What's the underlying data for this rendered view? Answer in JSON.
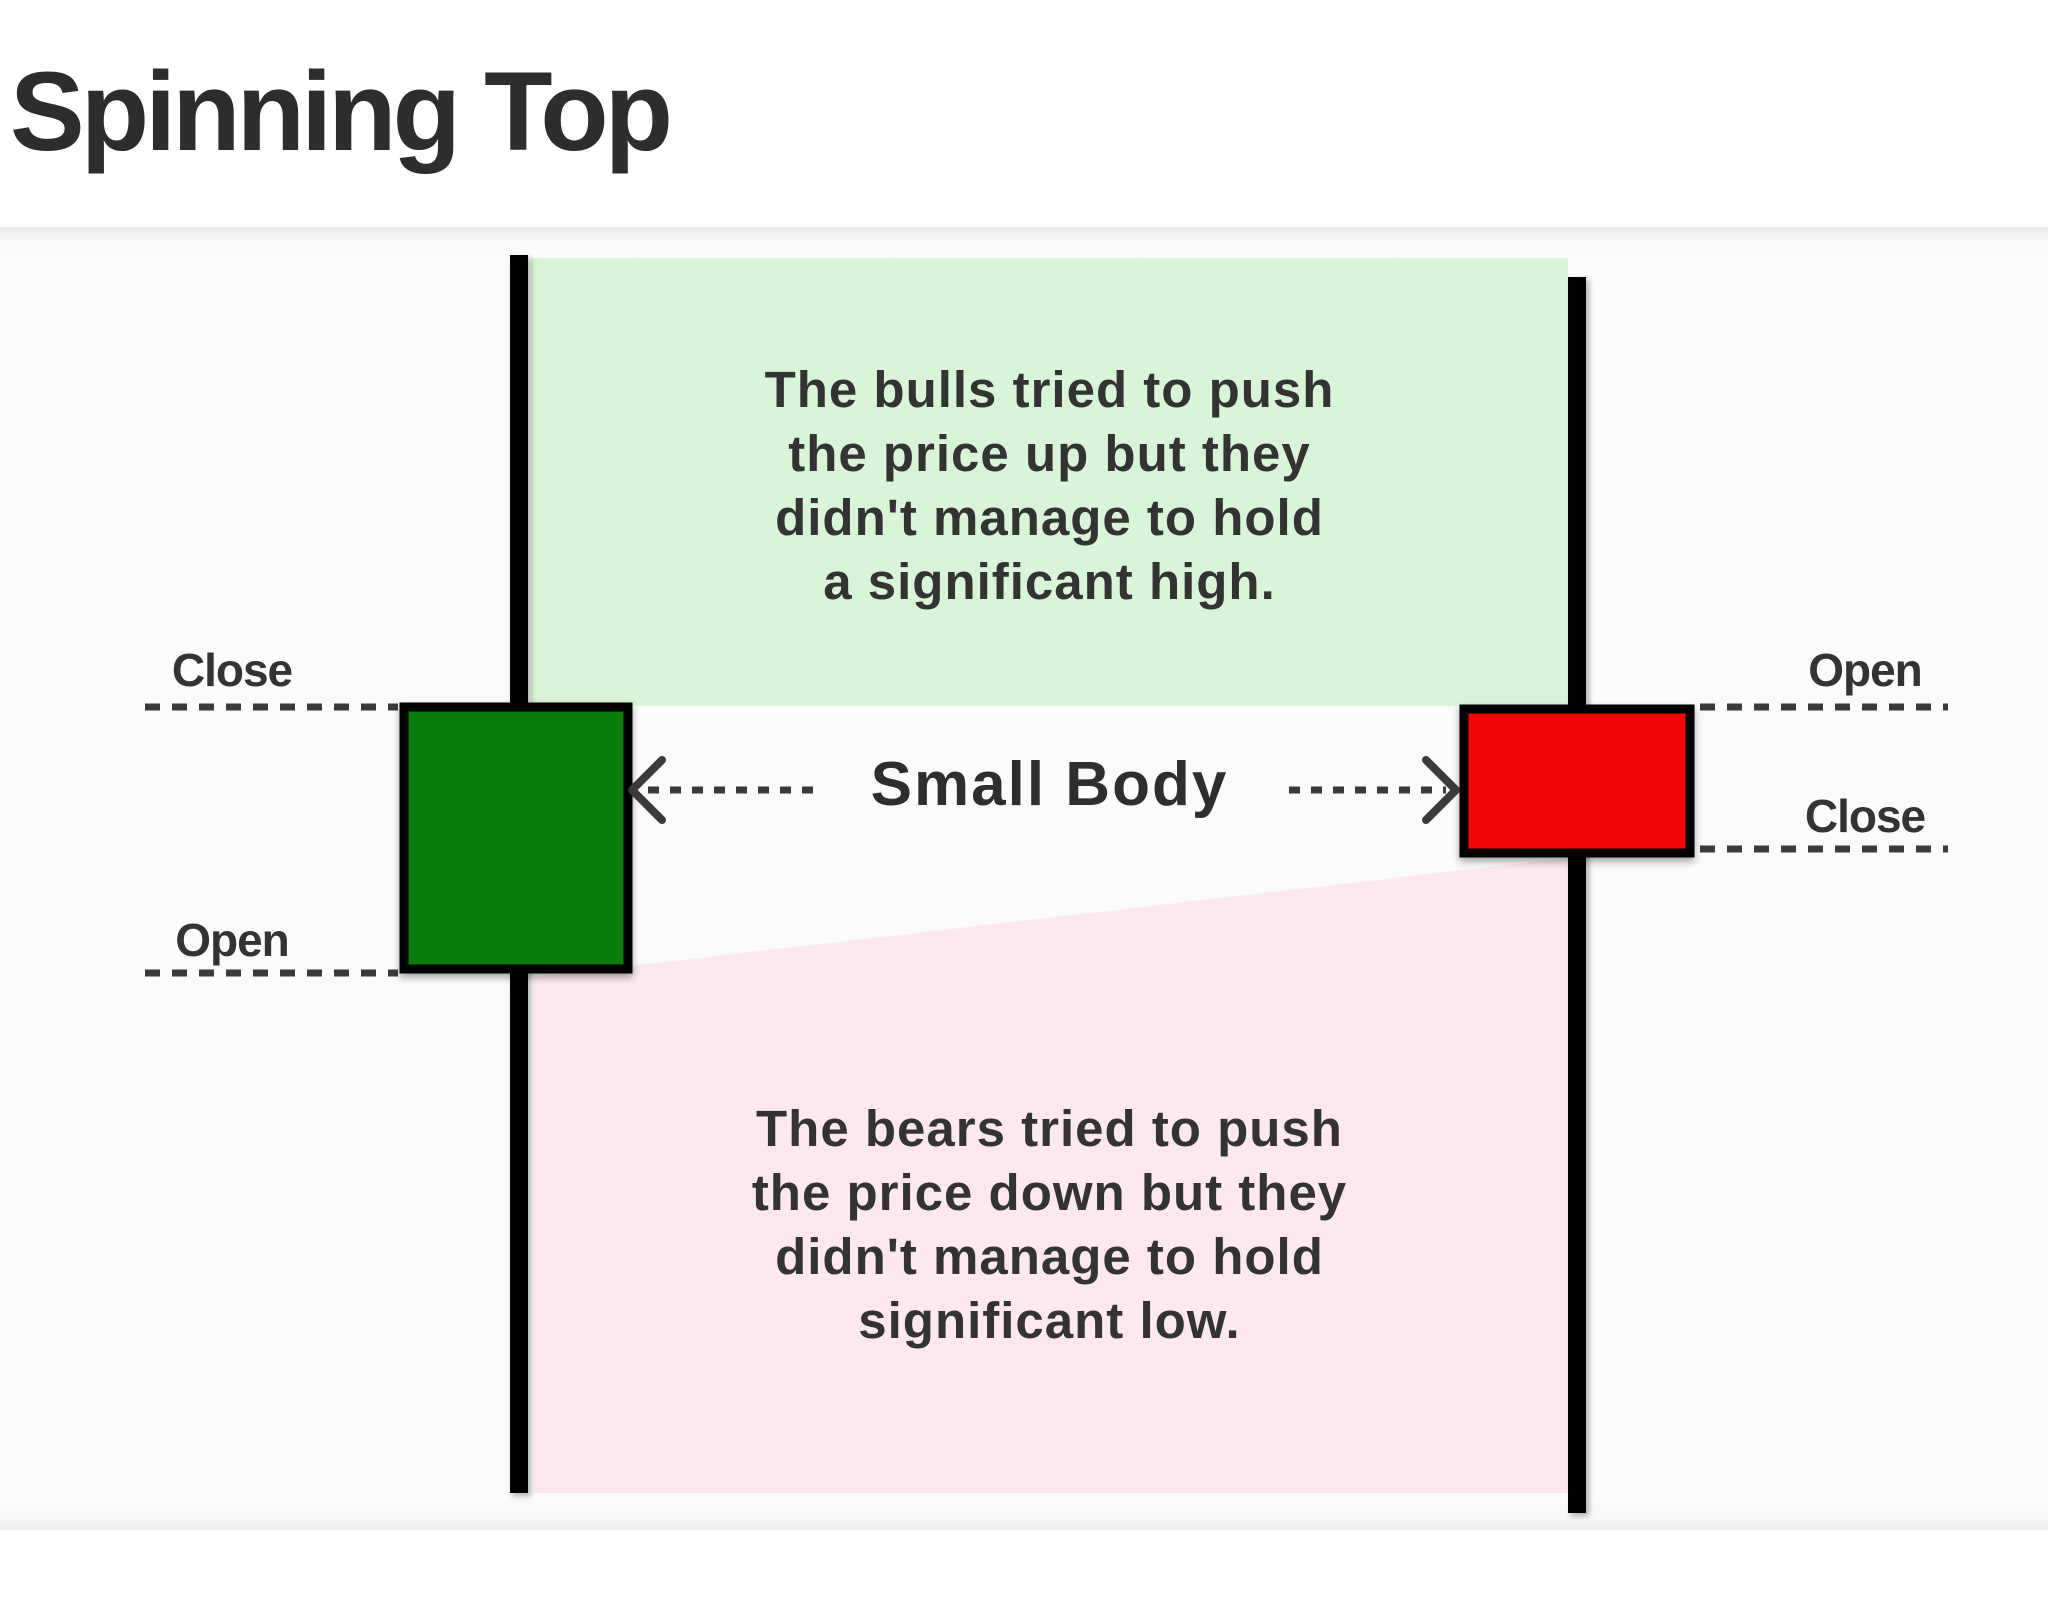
{
  "title": "Spinning Top",
  "colors": {
    "candle_green": "#0a7e0a",
    "candle_red": "#f50505",
    "bull_zone_bg": "#d9f5d7",
    "bear_zone_bg": "#fce8ee",
    "wick_color": "#000000",
    "dash_color": "#3a3a3a",
    "text_dark": "#333333",
    "title_color": "#2d2d2d",
    "panel_bg": "#fbfbfb"
  },
  "notes": {
    "bull_text": "The bulls tried to push the price up but they didn't manage to hold a significant high.",
    "bull_lines": [
      "The bulls tried to push",
      "the price up but they",
      "didn't manage to hold",
      "a significant high."
    ],
    "bear_text": "The bears tried to push the price down but they didn't manage to hold significant low.",
    "bear_lines": [
      "The bears tried to push",
      "the price down but they",
      "didn't manage to hold",
      "significant low."
    ]
  },
  "labels": {
    "body": "Small Body",
    "green_candle_top": "Close",
    "green_candle_bottom": "Open",
    "red_candle_top": "Open",
    "red_candle_bottom": "Close"
  }
}
